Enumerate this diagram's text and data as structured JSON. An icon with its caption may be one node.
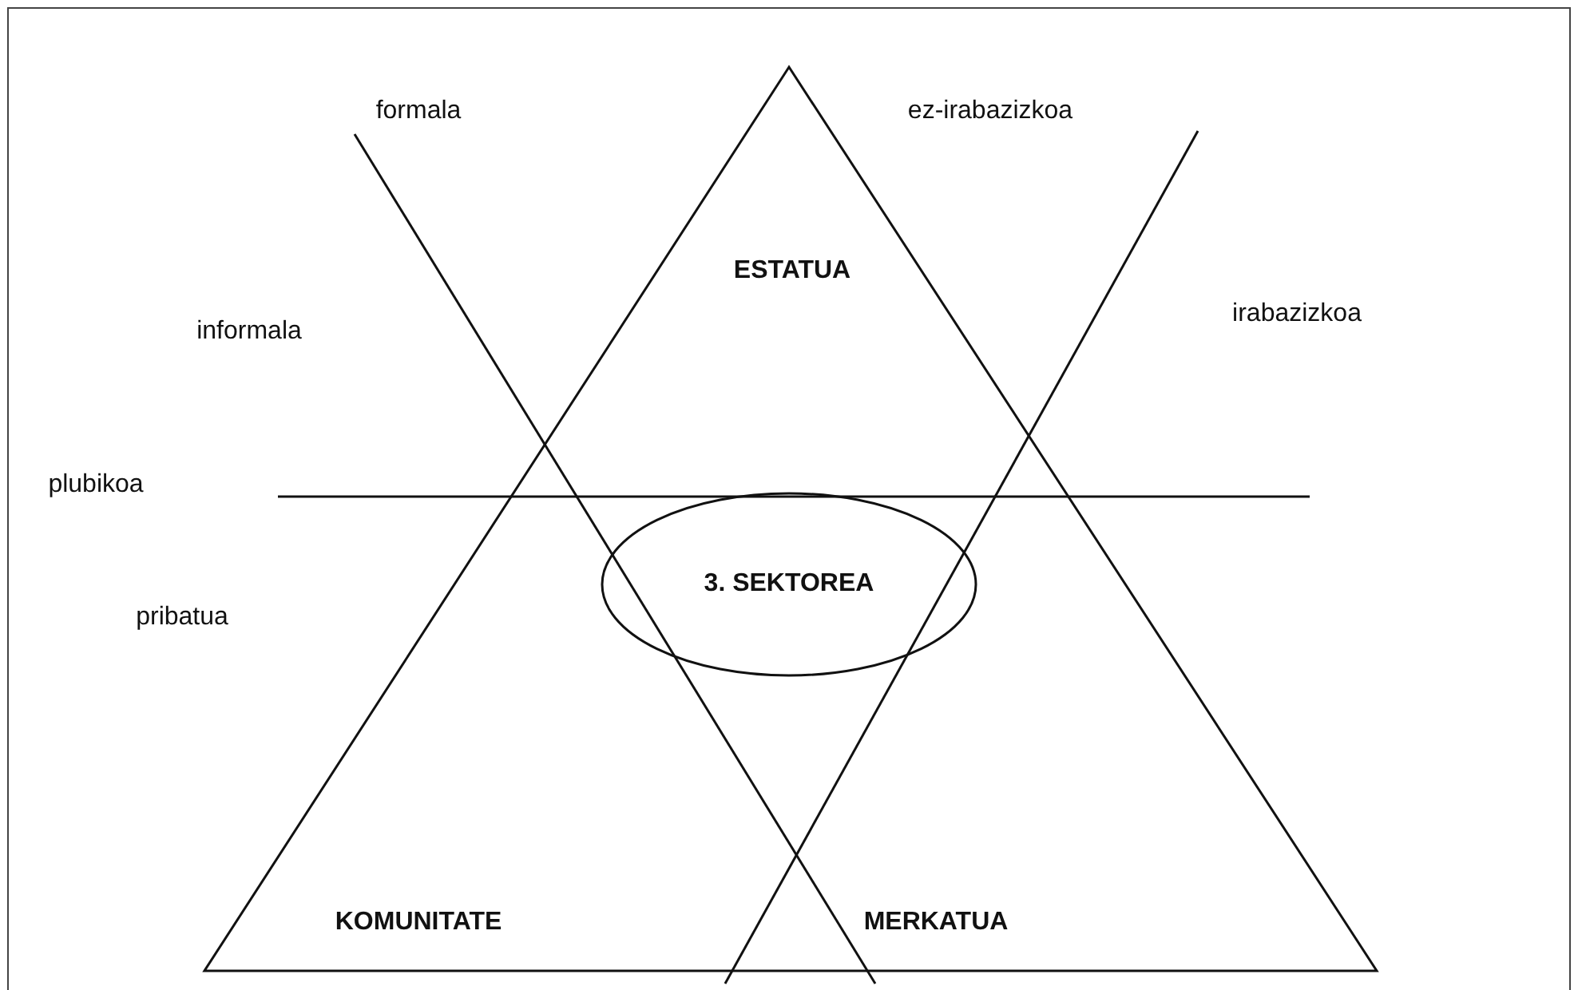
{
  "diagram": {
    "nodes": [
      {
        "text": [
          "3. SEKTOREA"
        ]
      }
    ],
    "edges": [],
    "labels": [
      "formala",
      "ez-irabazizkoa",
      "ESTATUA",
      "informala",
      "irabazizkoa",
      "plubikoa",
      "pribatua",
      "KOMUNITATE",
      "MERKATUA"
    ]
  }
}
